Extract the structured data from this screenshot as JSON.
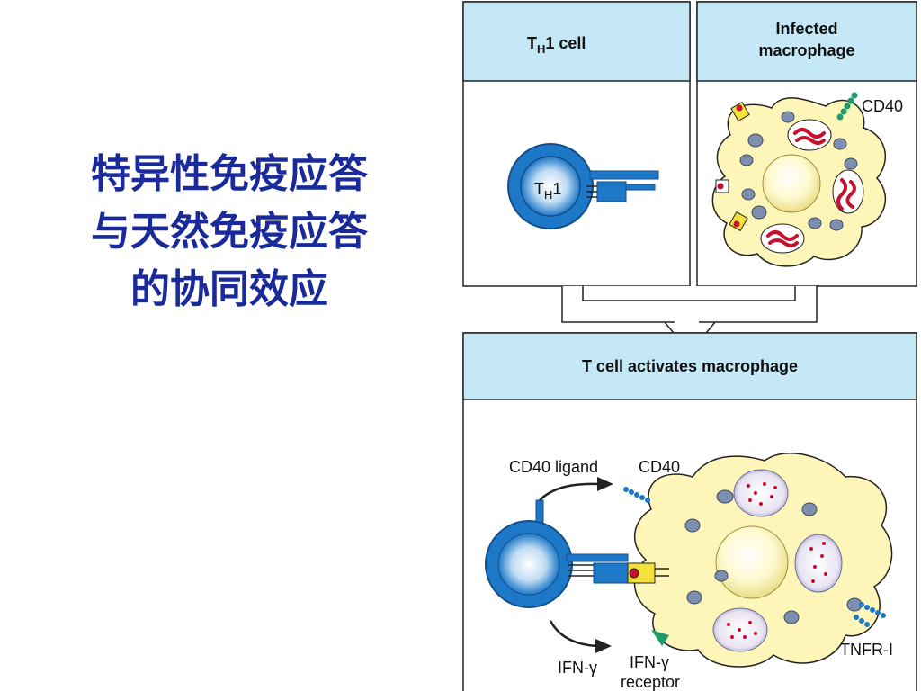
{
  "slide": {
    "title_lines": [
      "特异性免疫应答",
      "与天然免疫应答",
      "的协同效应"
    ]
  },
  "panels": {
    "th1": {
      "header_main": "T",
      "header_sub": "H",
      "header_rest": "1 cell",
      "cell_label_main": "T",
      "cell_label_sub": "H",
      "cell_label_rest": "1"
    },
    "macrophage": {
      "header_line1": "Infected",
      "header_line2": "macrophage",
      "cd40_label": "CD40"
    },
    "activation": {
      "header": "T cell activates macrophage"
    }
  },
  "labels": {
    "cd40_ligand": "CD40 ligand",
    "cd40": "CD40",
    "ifn_gamma": "IFN-γ",
    "ifn_gamma_receptor_line1": "IFN-γ",
    "ifn_gamma_receptor_line2": "receptor",
    "tnfr": "TNFR-I"
  },
  "colors": {
    "header_fill": "#c5e8f7",
    "macrophage_fill": "#fdf6b8",
    "tcell_blue": "#1e78c8",
    "title_blue": "#1a2a9a",
    "vacuole_red": "#c8102e",
    "receptor_yellow": "#f4e23a",
    "receptor_green": "#1f9a6a"
  }
}
